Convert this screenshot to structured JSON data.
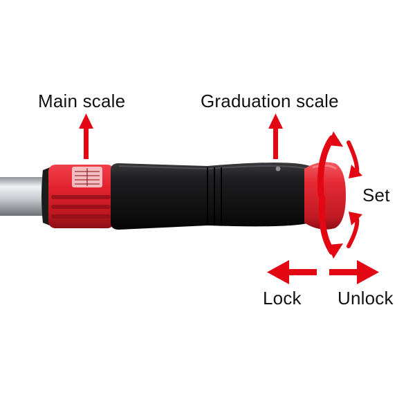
{
  "labels": {
    "main_scale": "Main scale",
    "graduation_scale": "Graduation scale",
    "set": "Set",
    "lock": "Lock",
    "unlock": "Unlock"
  },
  "colors": {
    "arrow_red": "#e30613",
    "cap_red": "#d9232e",
    "grip_black": "#1a1a1a",
    "shaft_silver": "#c9ccd1"
  },
  "icons": {
    "main_scale_arrow": "arrow-up-icon",
    "graduation_arrow": "arrow-up-icon",
    "rotate_arrow": "rotate-arrow-icon",
    "lock_arrow": "arrow-left-icon",
    "unlock_arrow": "arrow-right-icon"
  }
}
